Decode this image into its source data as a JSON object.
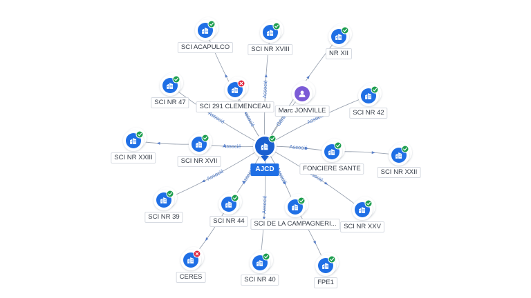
{
  "colors": {
    "node_blue": "#1f6fe5",
    "center_blue": "#1a5fd0",
    "person_purple": "#7b5bd6",
    "status_ok": "#1e9e4f",
    "status_closed": "#e0243b",
    "edge": "#9aa3b1",
    "edge_label": "#4a78c8"
  },
  "icons": {
    "company": "building-icon",
    "person": "person-icon",
    "ok": "check-badge-icon",
    "closed": "cross-badge-icon"
  },
  "center": {
    "id": "ajcd",
    "label": "AJCD",
    "status": "ok"
  },
  "nodes": [
    {
      "id": "acapulco",
      "label": "SCI ACAPULCO",
      "type": "company",
      "status": "ok"
    },
    {
      "id": "nr18",
      "label": "SCI NR XVIII",
      "type": "company",
      "status": "ok"
    },
    {
      "id": "nr12",
      "label": "NR XII",
      "type": "company",
      "status": "ok"
    },
    {
      "id": "nr47",
      "label": "SCI NR 47",
      "type": "company",
      "status": "ok"
    },
    {
      "id": "clemenceau",
      "label": "SCI 291 CLEMENCEAU",
      "type": "company",
      "status": "closed"
    },
    {
      "id": "jonville",
      "label": "Marc JONVILLE",
      "type": "person",
      "status": ""
    },
    {
      "id": "nr42",
      "label": "SCI NR 42",
      "type": "company",
      "status": "ok"
    },
    {
      "id": "nr23",
      "label": "SCI NR XXIII",
      "type": "company",
      "status": "ok"
    },
    {
      "id": "nr17",
      "label": "SCI NR XVII",
      "type": "company",
      "status": "ok"
    },
    {
      "id": "fonciere",
      "label": "FONCIERE SANTE",
      "type": "company",
      "status": "ok"
    },
    {
      "id": "nr22",
      "label": "SCI NR XXII",
      "type": "company",
      "status": "ok"
    },
    {
      "id": "nr39",
      "label": "SCI NR 39",
      "type": "company",
      "status": "ok"
    },
    {
      "id": "nr44",
      "label": "SCI NR 44",
      "type": "company",
      "status": "ok"
    },
    {
      "id": "campagne",
      "label": "SCI DE LA CAMPAGNERI...",
      "type": "company",
      "status": "ok"
    },
    {
      "id": "nr25",
      "label": "SCI NR XXV",
      "type": "company",
      "status": "ok"
    },
    {
      "id": "ceres",
      "label": "CERES",
      "type": "company",
      "status": "closed"
    },
    {
      "id": "nr40",
      "label": "SCI NR 40",
      "type": "company",
      "status": "ok"
    },
    {
      "id": "fpe1",
      "label": "FPE1",
      "type": "company",
      "status": "ok"
    }
  ],
  "edges": [
    {
      "from": "ajcd",
      "to": "acapulco",
      "label": ""
    },
    {
      "from": "ajcd",
      "to": "nr18",
      "label": "Associé"
    },
    {
      "from": "ajcd",
      "to": "nr12",
      "label": ""
    },
    {
      "from": "ajcd",
      "to": "nr47",
      "label": "Associé"
    },
    {
      "from": "ajcd",
      "to": "clemenceau",
      "label": "Associé"
    },
    {
      "from": "ajcd",
      "to": "jonville",
      "label": "Gérant"
    },
    {
      "from": "ajcd",
      "to": "nr42",
      "label": "Associé"
    },
    {
      "from": "ajcd",
      "to": "nr17",
      "label": "Associé"
    },
    {
      "from": "ajcd",
      "to": "fonciere",
      "label": "Associé"
    },
    {
      "from": "ajcd",
      "to": "nr39",
      "label": "Associé"
    },
    {
      "from": "ajcd",
      "to": "nr44",
      "label": "Associé"
    },
    {
      "from": "ajcd",
      "to": "campagne",
      "label": "Associé"
    },
    {
      "from": "ajcd",
      "to": "nr25",
      "label": "Associé"
    },
    {
      "from": "ajcd",
      "to": "nr40",
      "label": "Associé"
    },
    {
      "from": "nr17",
      "to": "nr23",
      "label": ""
    },
    {
      "from": "fonciere",
      "to": "nr22",
      "label": ""
    },
    {
      "from": "nr44",
      "to": "ceres",
      "label": ""
    },
    {
      "from": "campagne",
      "to": "fpe1",
      "label": ""
    }
  ]
}
